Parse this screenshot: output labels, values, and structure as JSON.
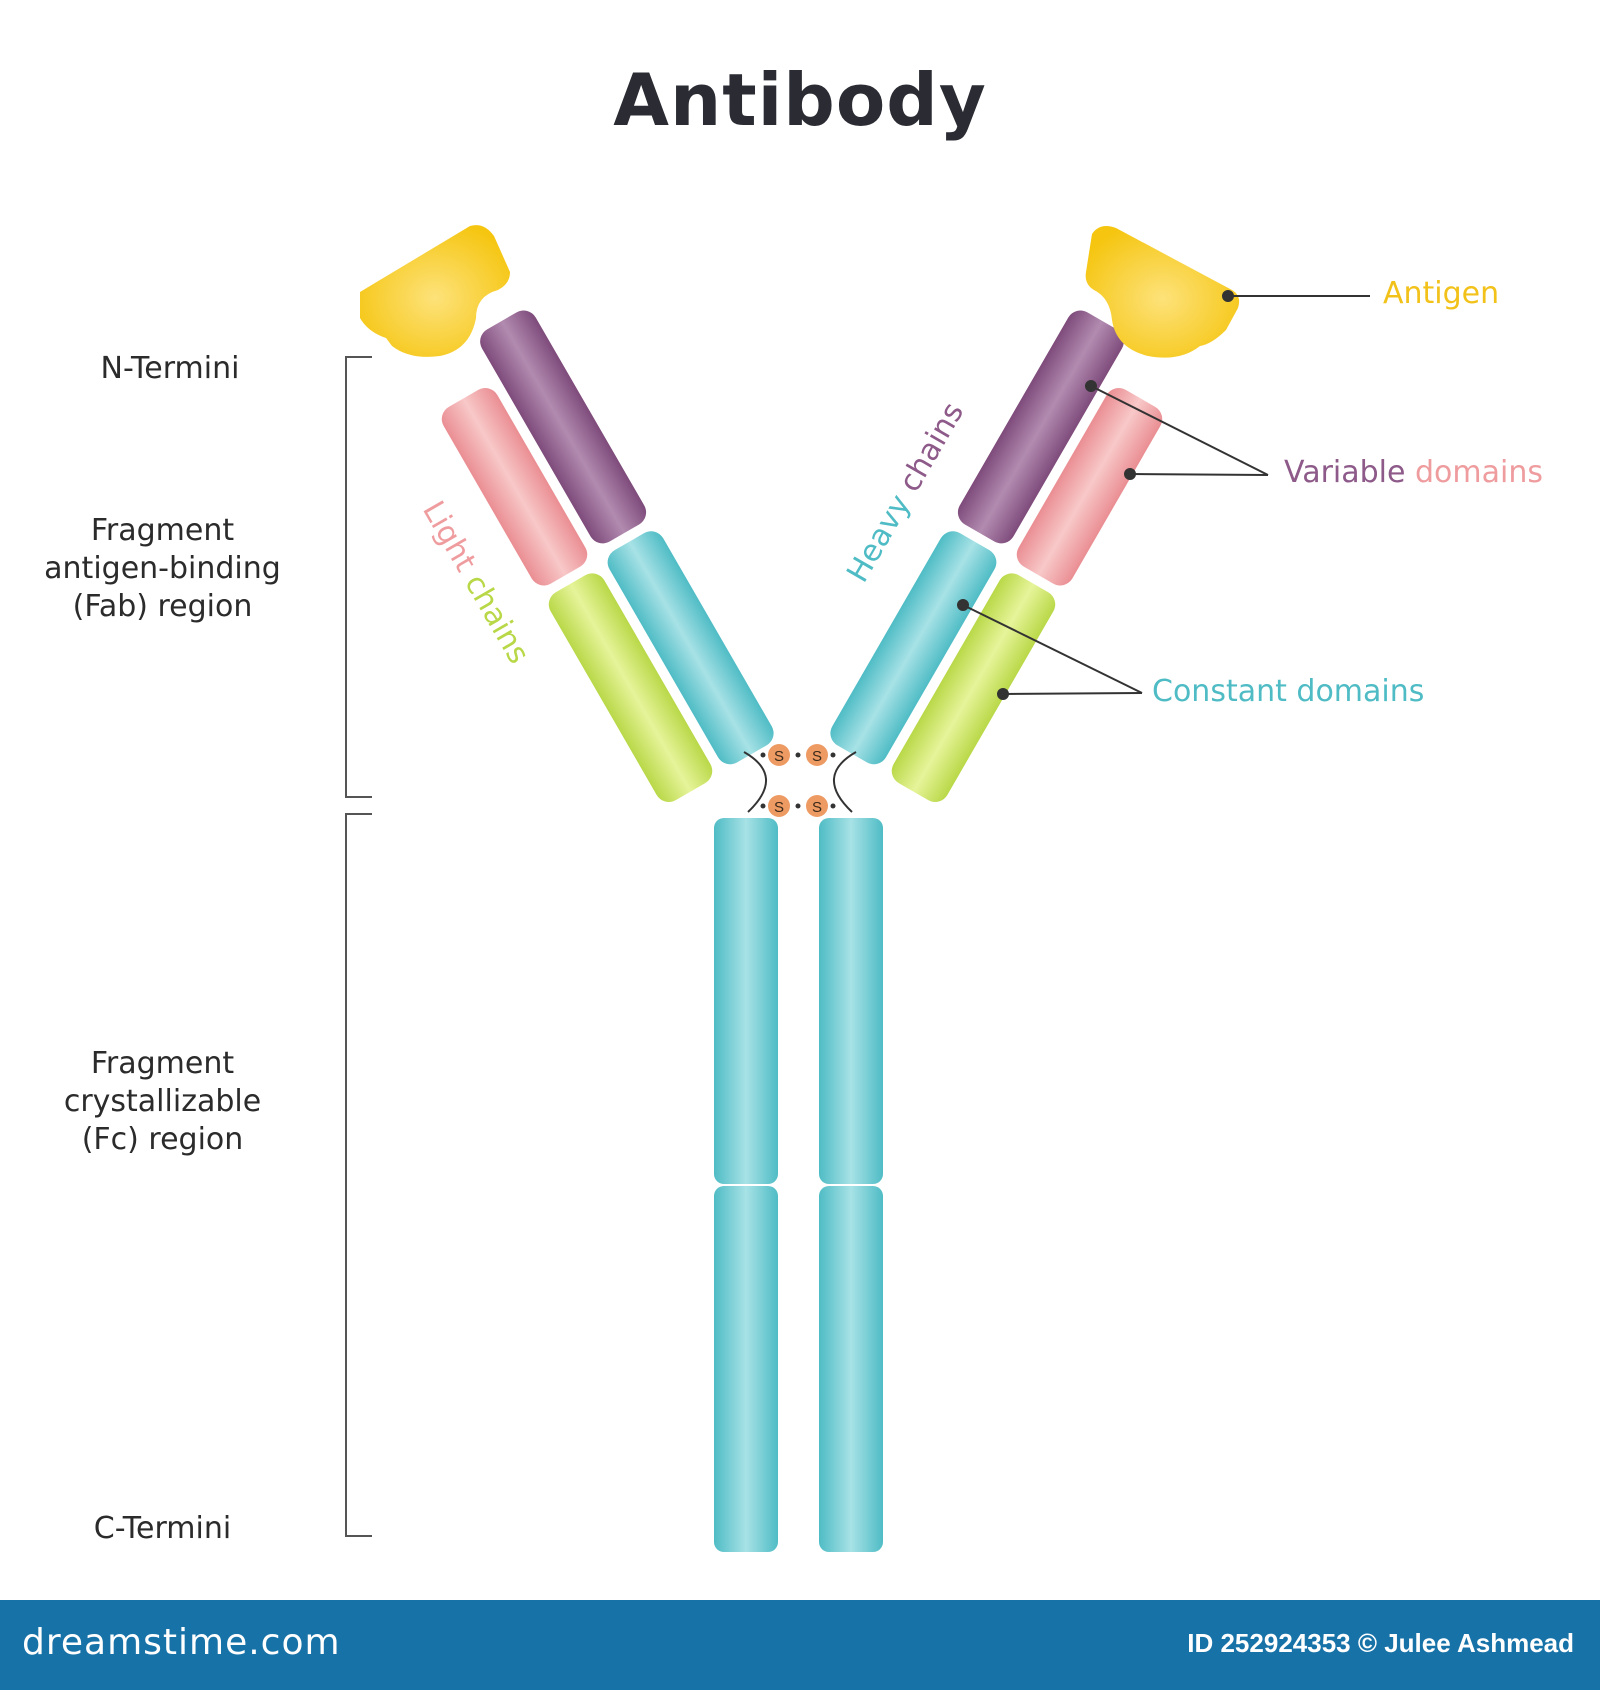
{
  "title": "Antibody",
  "side_labels": {
    "n_termini": "N-Termini",
    "fab_region": "Fragment\nantigen-binding\n(Fab) region",
    "fc_region": "Fragment\ncrystallizable\n(Fc) region",
    "c_termini": "C-Termini"
  },
  "callouts": {
    "antigen": "Antigen",
    "variable_word1": "Variable",
    "variable_word2": "domains",
    "constant": "Constant domains"
  },
  "chain_labels": {
    "light_word1": "Light",
    "light_word2": "chains",
    "heavy_word1": "Heavy",
    "heavy_word2": "chains"
  },
  "disulfide_symbol": "S",
  "footer": {
    "logo": "dreamstime.com",
    "credit": "ID 252924353 © Julee Ashmead"
  },
  "colors": {
    "antigen": "#f7cc1e",
    "variable_heavy": "#8d5a89",
    "variable_light": "#ef9c9f",
    "constant_heavy": "#5cc4cc",
    "constant_light": "#c5e055",
    "disulfide": "#ee9a63",
    "footer": "#1772a8",
    "title": "#2a2b33"
  }
}
